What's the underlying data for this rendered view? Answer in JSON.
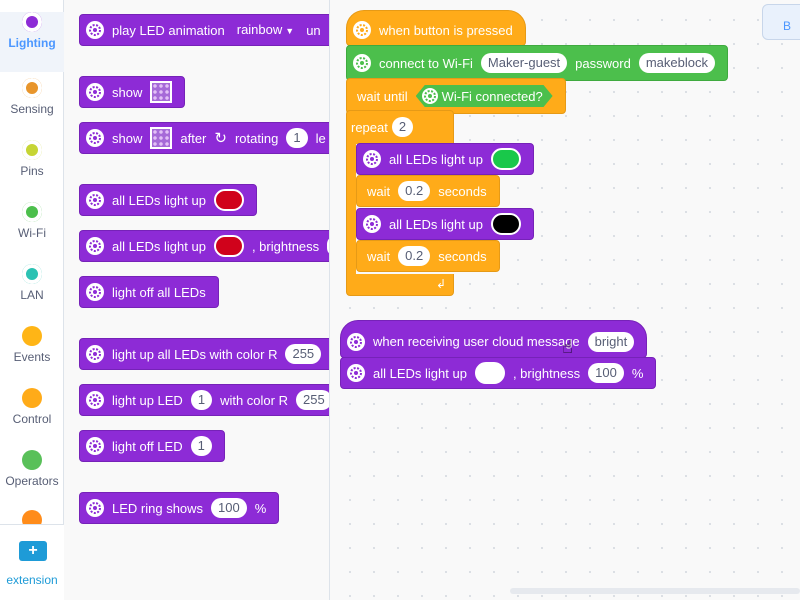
{
  "categories": [
    {
      "label": "Lighting",
      "color": "#8d2bd6",
      "active": true
    },
    {
      "label": "Sensing",
      "color": "#e8952b"
    },
    {
      "label": "Pins",
      "color": "#c6d533"
    },
    {
      "label": "Wi-Fi",
      "color": "#4cbf4c"
    },
    {
      "label": "LAN",
      "color": "#2cc2b3"
    },
    {
      "label": "Events",
      "color": "#ffb516"
    },
    {
      "label": "Control",
      "color": "#ffab19"
    },
    {
      "label": "Operators",
      "color": "#59c059"
    }
  ],
  "extension": {
    "label": "extension",
    "icon": "+"
  },
  "tab_corner": {
    "label": "B"
  },
  "palette": {
    "play_animation": {
      "text": "play LED animation",
      "dropdown": "rainbow",
      "trail": "un"
    },
    "show": {
      "text": "show"
    },
    "show_rotate": {
      "text": "show",
      "after": "after",
      "rotating": "rotating",
      "value": "1",
      "trail": "le"
    },
    "light_up_color": {
      "text": "all LEDs light up",
      "color": "#d0021b"
    },
    "light_up_brightness": {
      "text": "all LEDs light up",
      "color": "#d0021b",
      "suffix": ", brightness"
    },
    "light_off_all": {
      "text": "light off all LEDs"
    },
    "light_up_rgb": {
      "text": "light up all LEDs with color R",
      "value": "255"
    },
    "light_up_led": {
      "text": "light up LED",
      "index": "1",
      "suffix": "with color R",
      "value": "255"
    },
    "light_off_led": {
      "text": "light off LED",
      "index": "1"
    },
    "ring_shows": {
      "text": "LED ring shows",
      "value": "100",
      "unit": "%"
    }
  },
  "script1": {
    "hat": {
      "text": "when button is pressed"
    },
    "connect": {
      "text": "connect to Wi-Fi",
      "ssid": "Maker-guest",
      "password_label": "password",
      "password": "makeblock"
    },
    "wait_until": {
      "text": "wait until",
      "condition": "Wi-Fi connected?"
    },
    "repeat": {
      "text": "repeat",
      "count": "2"
    },
    "green": {
      "text": "all LEDs light up",
      "color": "#19c84a"
    },
    "wait1": {
      "text": "wait",
      "value": "0.2",
      "unit": "seconds"
    },
    "black": {
      "text": "all LEDs light up",
      "color": "#000000"
    },
    "wait2": {
      "text": "wait",
      "value": "0.2",
      "unit": "seconds"
    }
  },
  "script2": {
    "hat": {
      "text": "when receiving user cloud message",
      "message": "bright"
    },
    "light": {
      "text": "all LEDs light up",
      "color": "#ffffff",
      "brightness_label": ", brightness",
      "value": "100",
      "unit": "%"
    }
  }
}
